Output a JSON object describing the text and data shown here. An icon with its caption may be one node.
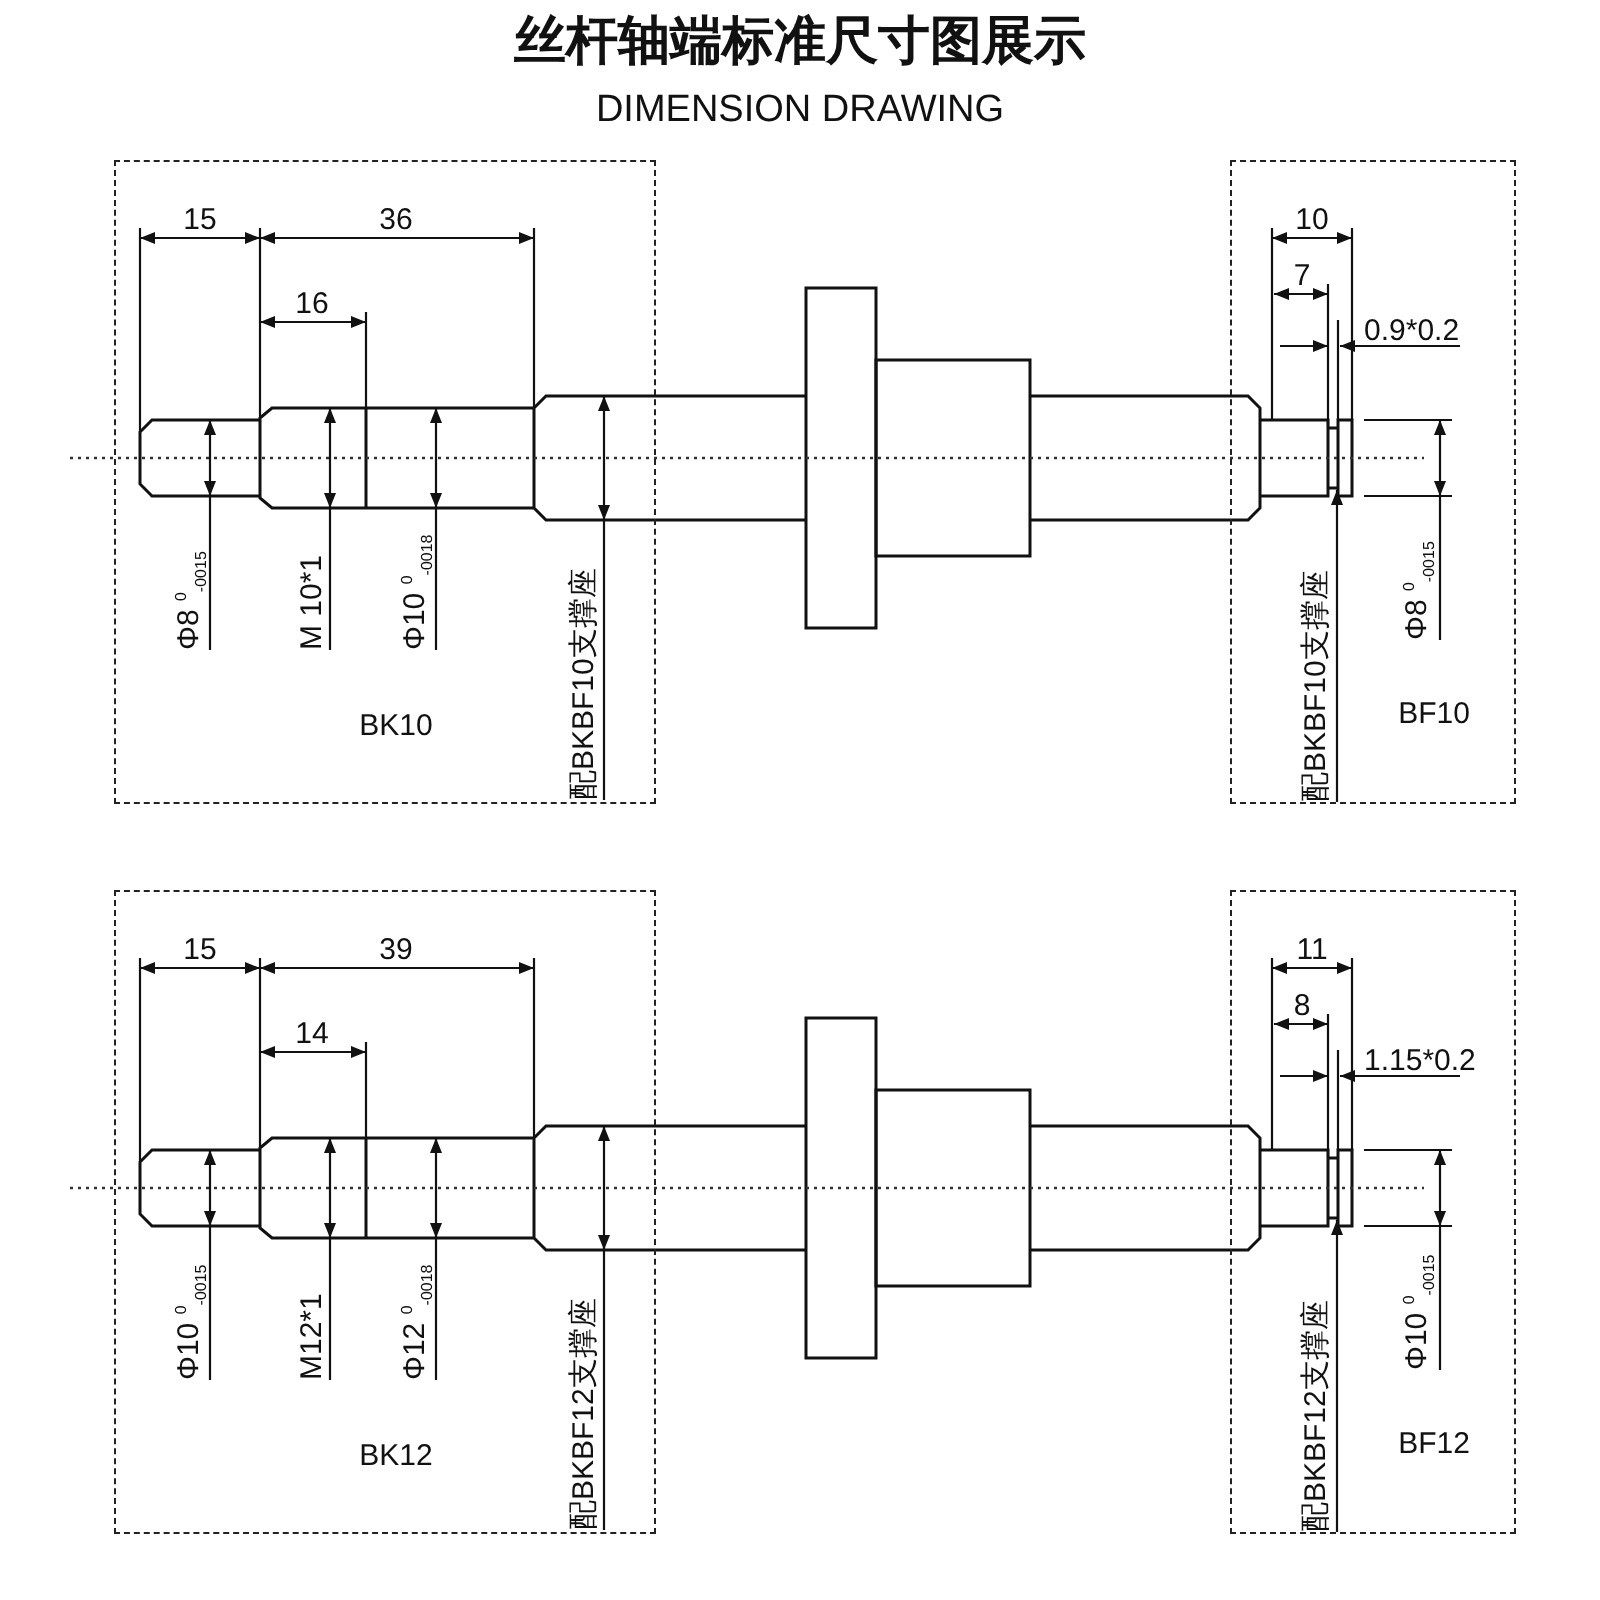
{
  "diagram": {
    "title": "丝杆轴端标准尺寸图展示",
    "nodes": [
      {
        "text": [
          "BK10"
        ]
      },
      {
        "text": [
          "BF10"
        ]
      },
      {
        "text": [
          "配BKBF10支撑座"
        ],
        "in": 1
      },
      {
        "text": [
          "BK12"
        ]
      },
      {
        "text": [
          "BF12"
        ]
      },
      {
        "text": [
          "配BKBF12支撑座"
        ],
        "in": 4
      }
    ],
    "edges": [
      {
        "from": 2,
        "to": null,
        "arrow": "to"
      },
      {
        "from": 5,
        "to": null,
        "arrow": "to"
      }
    ],
    "labels": [
      "DIMENSION DRAWING",
      "15",
      "36",
      "10",
      "16",
      "7",
      "0.9*0.2",
      "Φ8 $^{0}$$_{-0015}$",
      "M 10*1",
      "Φ10 $^{0}$$_{-0018}$",
      "配BKBF10支撑座",
      "Φ8 $^{0}$$_{-0015}$",
      "15",
      "39",
      "11",
      "14",
      "8",
      "1.15*0.2",
      "Φ10 $^{0}$$_{-0015}$",
      "M12*1",
      "Φ12 $^{0}$$_{-0018}$",
      "配BKBF12支撑座",
      "Φ10 $^{0}$$_{-0015}$"
    ]
  }
}
